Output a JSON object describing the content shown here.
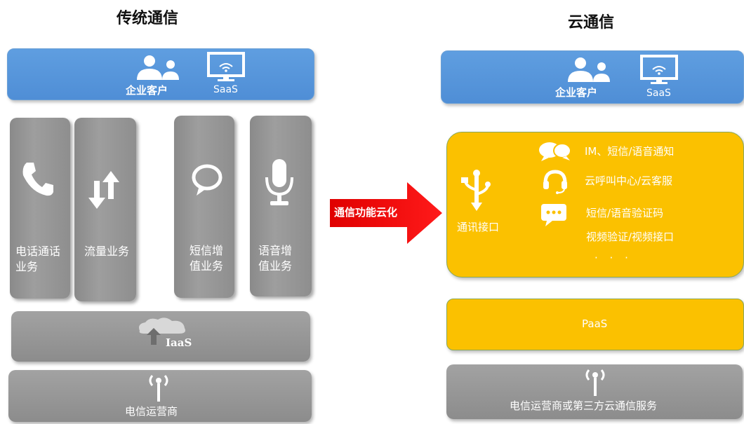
{
  "left": {
    "title": "传统通信",
    "customer": {
      "label": "企业客户",
      "saas": "SaaS"
    },
    "services": [
      {
        "line1": "电话通话",
        "line2": "业务"
      },
      {
        "line1": "流量业务",
        "line2": ""
      },
      {
        "line1": "短信增",
        "line2": "值业务"
      },
      {
        "line1": "语音增",
        "line2": "值业务"
      }
    ],
    "iaas": "IaaS",
    "carrier": "电信运营商"
  },
  "arrow": {
    "label": "通信功能云化"
  },
  "right": {
    "title": "云通信",
    "customer": {
      "label": "企业客户",
      "saas": "SaaS"
    },
    "interface_label": "通讯接口",
    "features": {
      "im": "IM、短信/语音通知",
      "callcenter": "云呼叫中心/云客服",
      "verify1": "短信/语音验证码",
      "verify2": "视频验证/视频接口",
      "more": "· · ·"
    },
    "paas": "PaaS",
    "carrier": "电信运营商或第三方云通信服务"
  },
  "colors": {
    "blue": "#5b9bd5",
    "gray": "#999999",
    "yellow": "#fbc100",
    "arrow_red": "#ff0000"
  }
}
